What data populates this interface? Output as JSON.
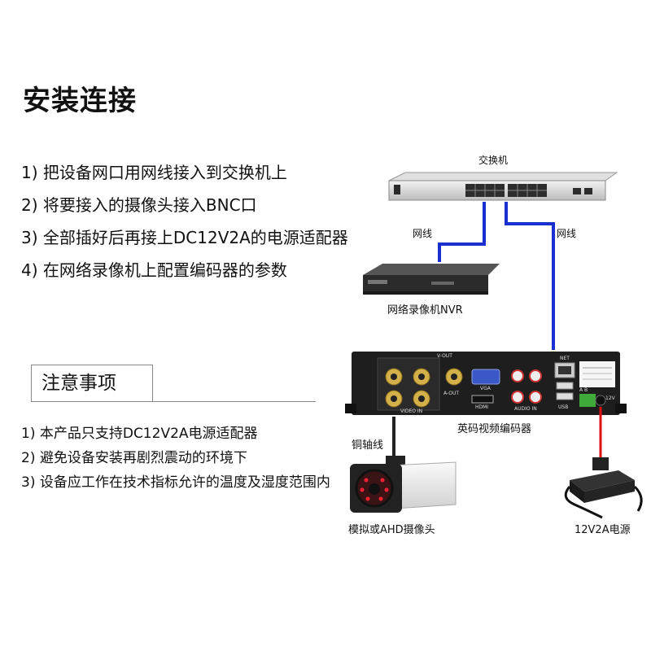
{
  "heading": "安装连接",
  "steps": [
    "1) 把设备网口用网线接入到交换机上",
    "2) 将要接入的摄像头接入BNC口",
    "3) 全部插好后再接上DC12V2A的电源适配器",
    "4) 在网络录像机上配置编码器的参数"
  ],
  "notice": {
    "title": "注意事项",
    "items": [
      "1) 本产品只支持DC12V2A电源适配器",
      "2) 避免设备安装再剧烈震动的环境下",
      "3) 设备应工作在技术指标允许的温度及湿度范围内"
    ]
  },
  "diagram": {
    "switch_label": "交换机",
    "cable_left": "网线",
    "cable_right": "网线",
    "nvr_label": "网络录像机NVR",
    "encoder_label": "英码视频编码器",
    "coax_label": "铜轴线",
    "camera_label": "模拟或AHD摄像头",
    "power_label": "12V2A电源",
    "panel": {
      "vout": "V-OUT",
      "video_in": "VIDEO IN",
      "aout": "A-OUT",
      "vga": "VGA",
      "hdmi": "HDMI",
      "audio_in": "AUDIO IN",
      "net": "NET",
      "usb": "USB",
      "dc": "12V",
      "rs485": "A  B"
    },
    "colors": {
      "network_cable": "#1a2fd0",
      "power_cable": "#e01010"
    }
  }
}
